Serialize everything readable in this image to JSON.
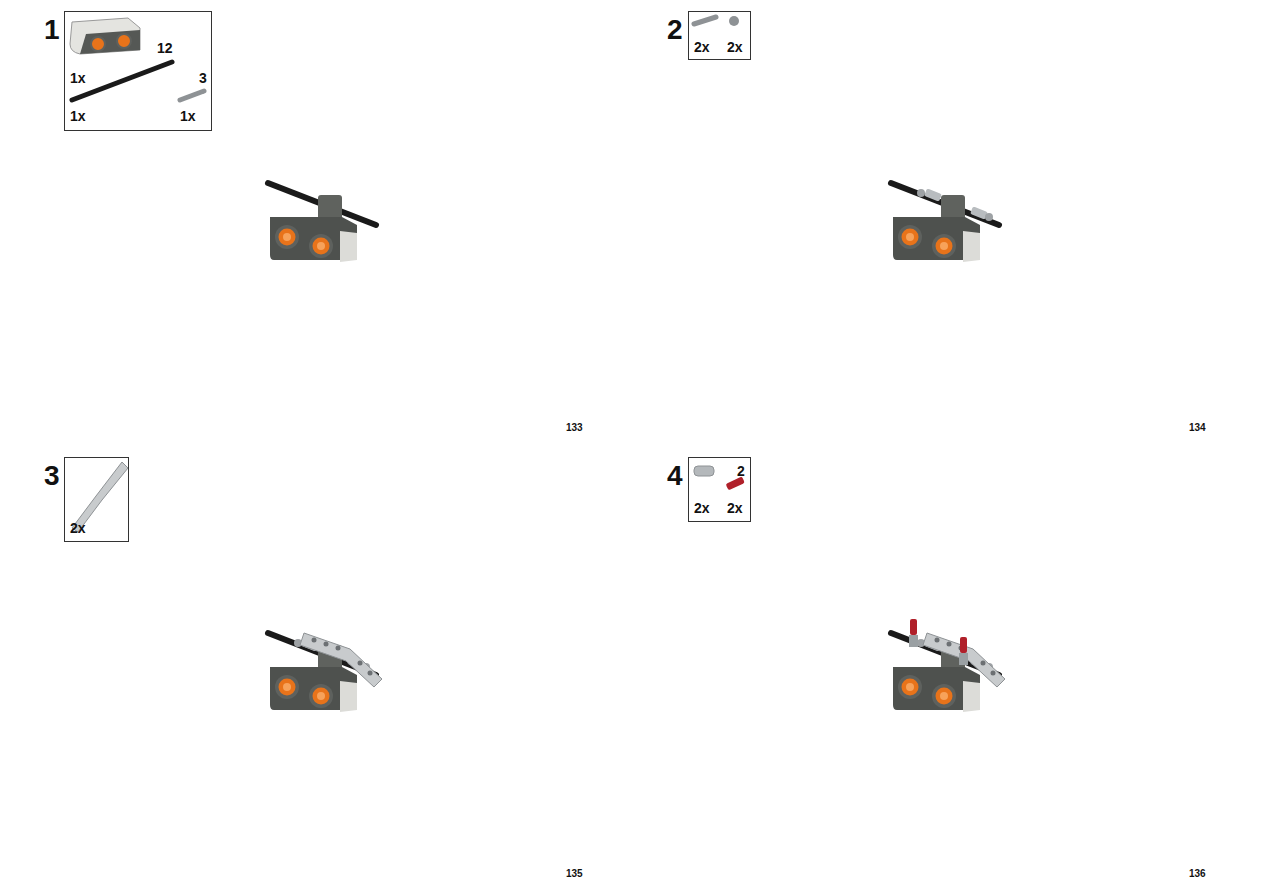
{
  "diagram": {
    "nodes": [
      {
        "text": [
          "12",
          "1x",
          "3",
          "1x",
          "1x"
        ]
      },
      {
        "text": [
          "2x",
          "2x"
        ]
      },
      {
        "text": [
          "2x"
        ]
      },
      {
        "text": [
          "2",
          "2x",
          "2x"
        ]
      }
    ],
    "labels": [
      "1",
      "2",
      "3",
      "4",
      "133",
      "134",
      "135",
      "136"
    ]
  }
}
